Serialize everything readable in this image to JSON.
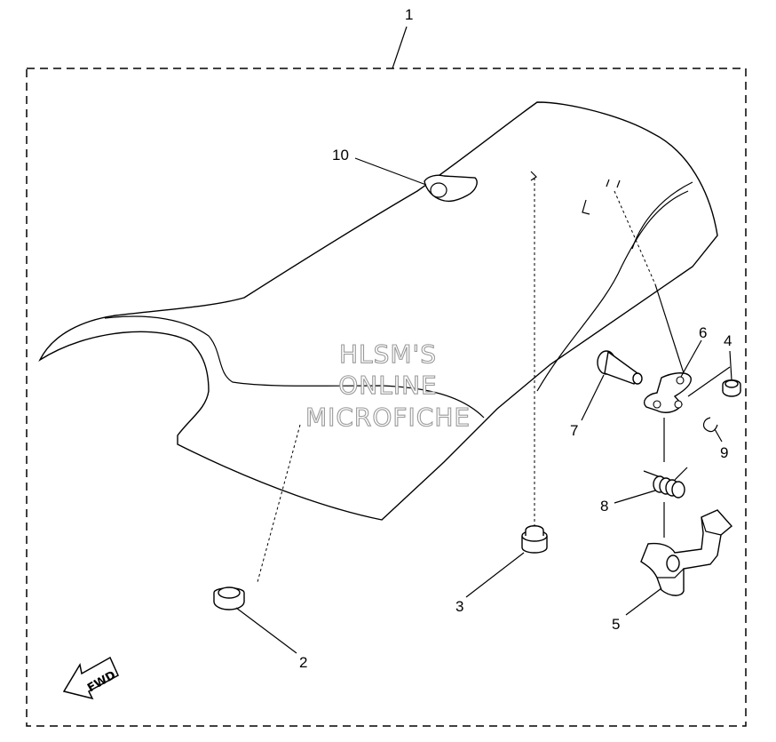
{
  "assembly_label": "1",
  "callouts": [
    {
      "id": "2",
      "part": "grommet-front"
    },
    {
      "id": "3",
      "part": "grommet-rear"
    },
    {
      "id": "4",
      "part": "damper"
    },
    {
      "id": "5",
      "part": "seat-lock-hook"
    },
    {
      "id": "6",
      "part": "bracket"
    },
    {
      "id": "7",
      "part": "pin"
    },
    {
      "id": "8",
      "part": "spring"
    },
    {
      "id": "9",
      "part": "circlip"
    },
    {
      "id": "10",
      "part": "strap"
    }
  ],
  "watermark": [
    "HLSM'S",
    "ONLINE",
    "MICROFICHE"
  ],
  "direction_label": "FWD"
}
